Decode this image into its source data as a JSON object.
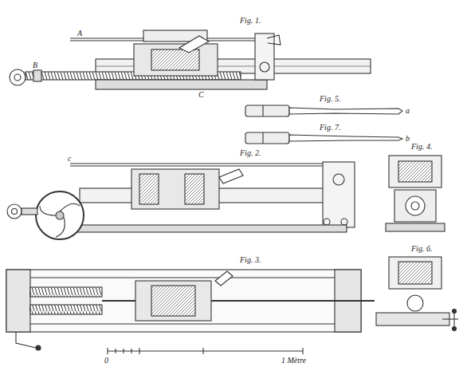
{
  "diagram": {
    "labels": [
      "Fig. 1.",
      "Fig. 5.",
      "Fig. 7.",
      "Fig. 2.",
      "Fig. 4.",
      "Fig. 3.",
      "Fig. 6.",
      "A",
      "B",
      "C",
      "a",
      "b",
      "c",
      "0",
      "1 Mètre"
    ]
  }
}
